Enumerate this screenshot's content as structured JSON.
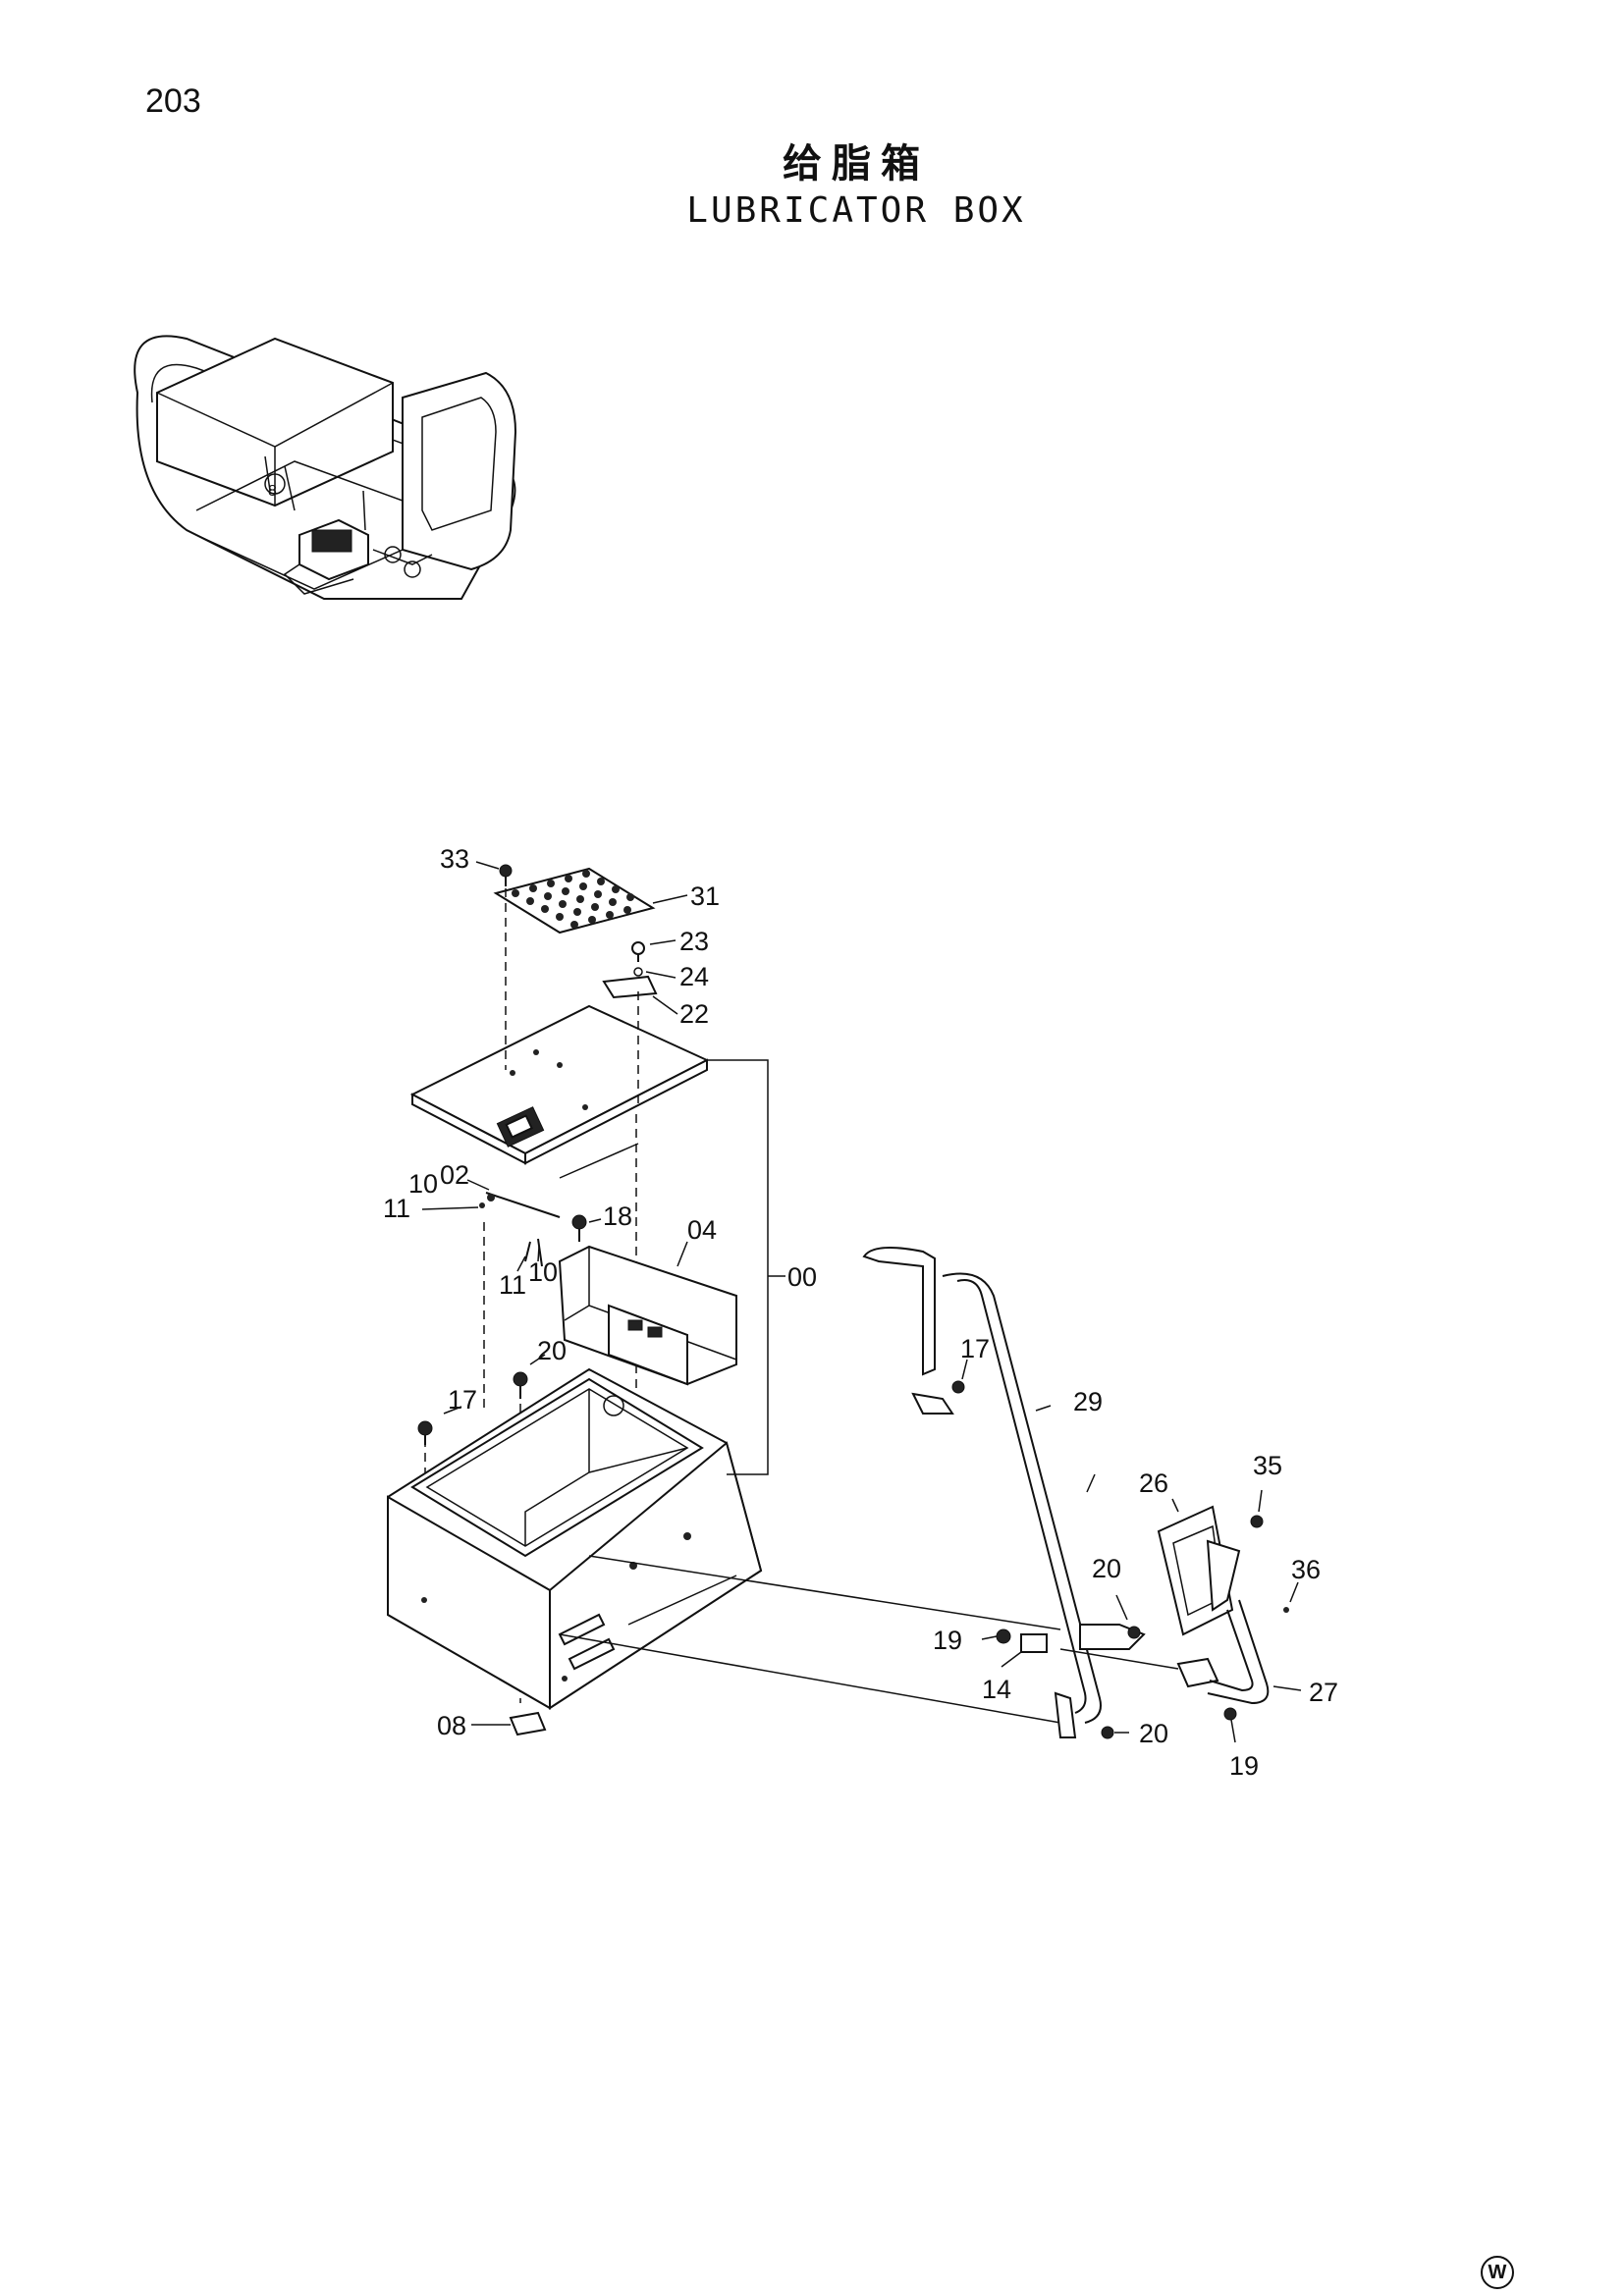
{
  "page": {
    "number": "203"
  },
  "title": {
    "cn": "给脂箱",
    "en": "LUBRICATOR BOX"
  },
  "watermark": "W",
  "callouts": [
    "33",
    "31",
    "23",
    "24",
    "22",
    "02",
    "10",
    "11",
    "18",
    "04",
    "11",
    "10",
    "00",
    "20",
    "17",
    "17",
    "29",
    "26",
    "35",
    "36",
    "20",
    "19",
    "14",
    "27",
    "08",
    "20",
    "19"
  ]
}
